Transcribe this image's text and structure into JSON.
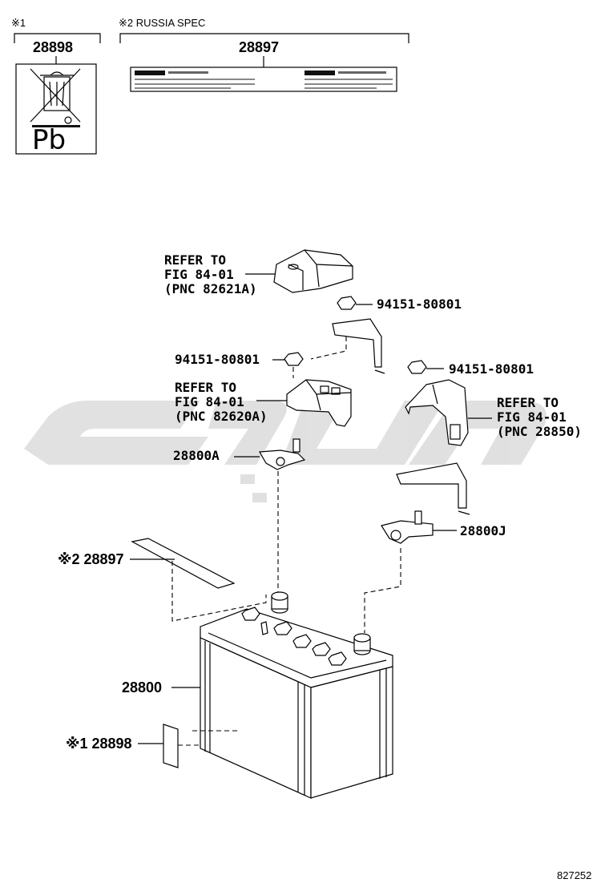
{
  "top_labels": {
    "note1_header": "※1",
    "note2_header": "※2 RUSSIA SPEC",
    "label1_part": "28898",
    "label2_part": "28897",
    "pb_text": "Pb"
  },
  "callouts": {
    "refer_82621a": [
      "REFER TO",
      "FIG 84-01",
      "(PNC 82621A)"
    ],
    "nut_top": "94151-80801",
    "nut_left": "94151-80801",
    "nut_right": "94151-80801",
    "refer_82620a": [
      "REFER TO",
      "FIG 84-01",
      "(PNC 82620A)"
    ],
    "refer_28850": [
      "REFER TO",
      "FIG 84-01",
      "(PNC 28850)"
    ],
    "clamp_a": "28800A",
    "clamp_j": "28800J",
    "sticker_russia": "※2 28897",
    "battery": "28800",
    "sticker_pb": "※1 28898"
  },
  "diagram_id": "827252",
  "watermark_color": "#c8c8c8"
}
